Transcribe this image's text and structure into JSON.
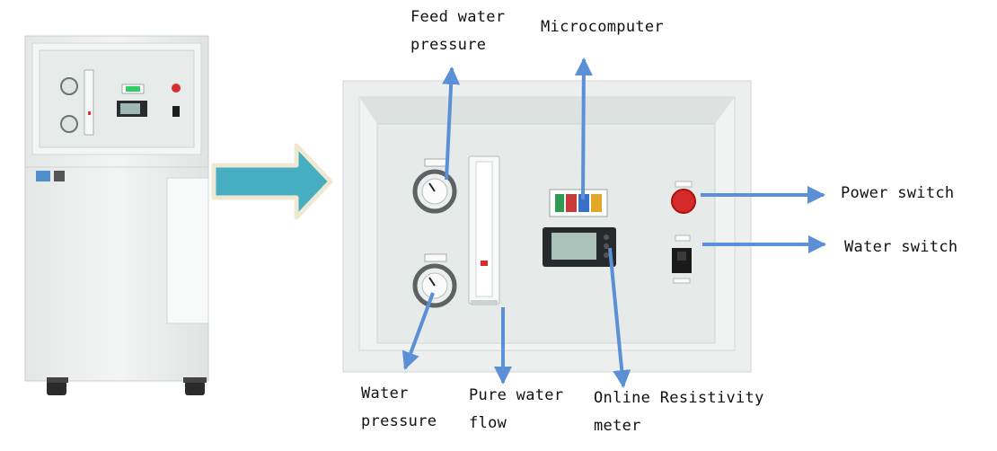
{
  "labels": {
    "feed_water_pressure": [
      "Feed water",
      "pressure"
    ],
    "microcomputer": "Microcomputer",
    "power_switch": "Power switch",
    "water_switch": "Water switch",
    "water_pressure": [
      "Water",
      "pressure"
    ],
    "pure_water_flow": [
      "Pure water",
      "flow"
    ],
    "online_resistivity_meter": [
      "Online Resistivity",
      "meter"
    ]
  },
  "colors": {
    "callout_arrow": "#5b8fd6",
    "big_arrow_fill": "#46aec0",
    "big_arrow_outline": "#efe8d2",
    "panel": "#e9edec",
    "cabinet": "#eef1f0"
  },
  "icons": {
    "pointer": "callout-arrow",
    "transition": "big-right-arrow"
  }
}
